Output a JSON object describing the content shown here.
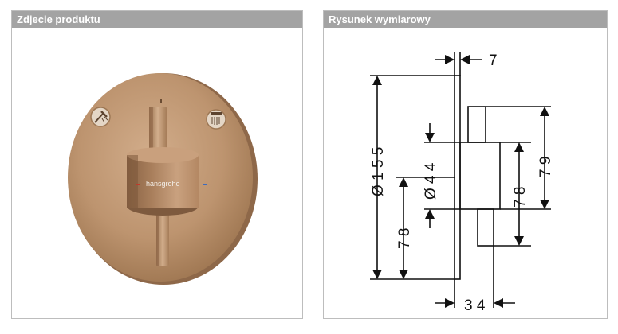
{
  "product_panel": {
    "title": "Zdjecie produktu",
    "brand_label": "hansgrohe",
    "icons": [
      "hand-shower-icon",
      "overhead-shower-icon"
    ],
    "colors": {
      "finish": "#b98f6c",
      "header": "#a3a3a3"
    }
  },
  "drawing_panel": {
    "title": "Rysunek wymiarowy",
    "dimensions": {
      "plate_thickness": "7",
      "depth": "3 4",
      "diameter_plate": "Ø 1 5 5",
      "diameter_knob": "Ø 4 4",
      "height_lower_left": "7 8",
      "height_right_outer": "7 9",
      "height_right_inner": "7 8"
    }
  }
}
